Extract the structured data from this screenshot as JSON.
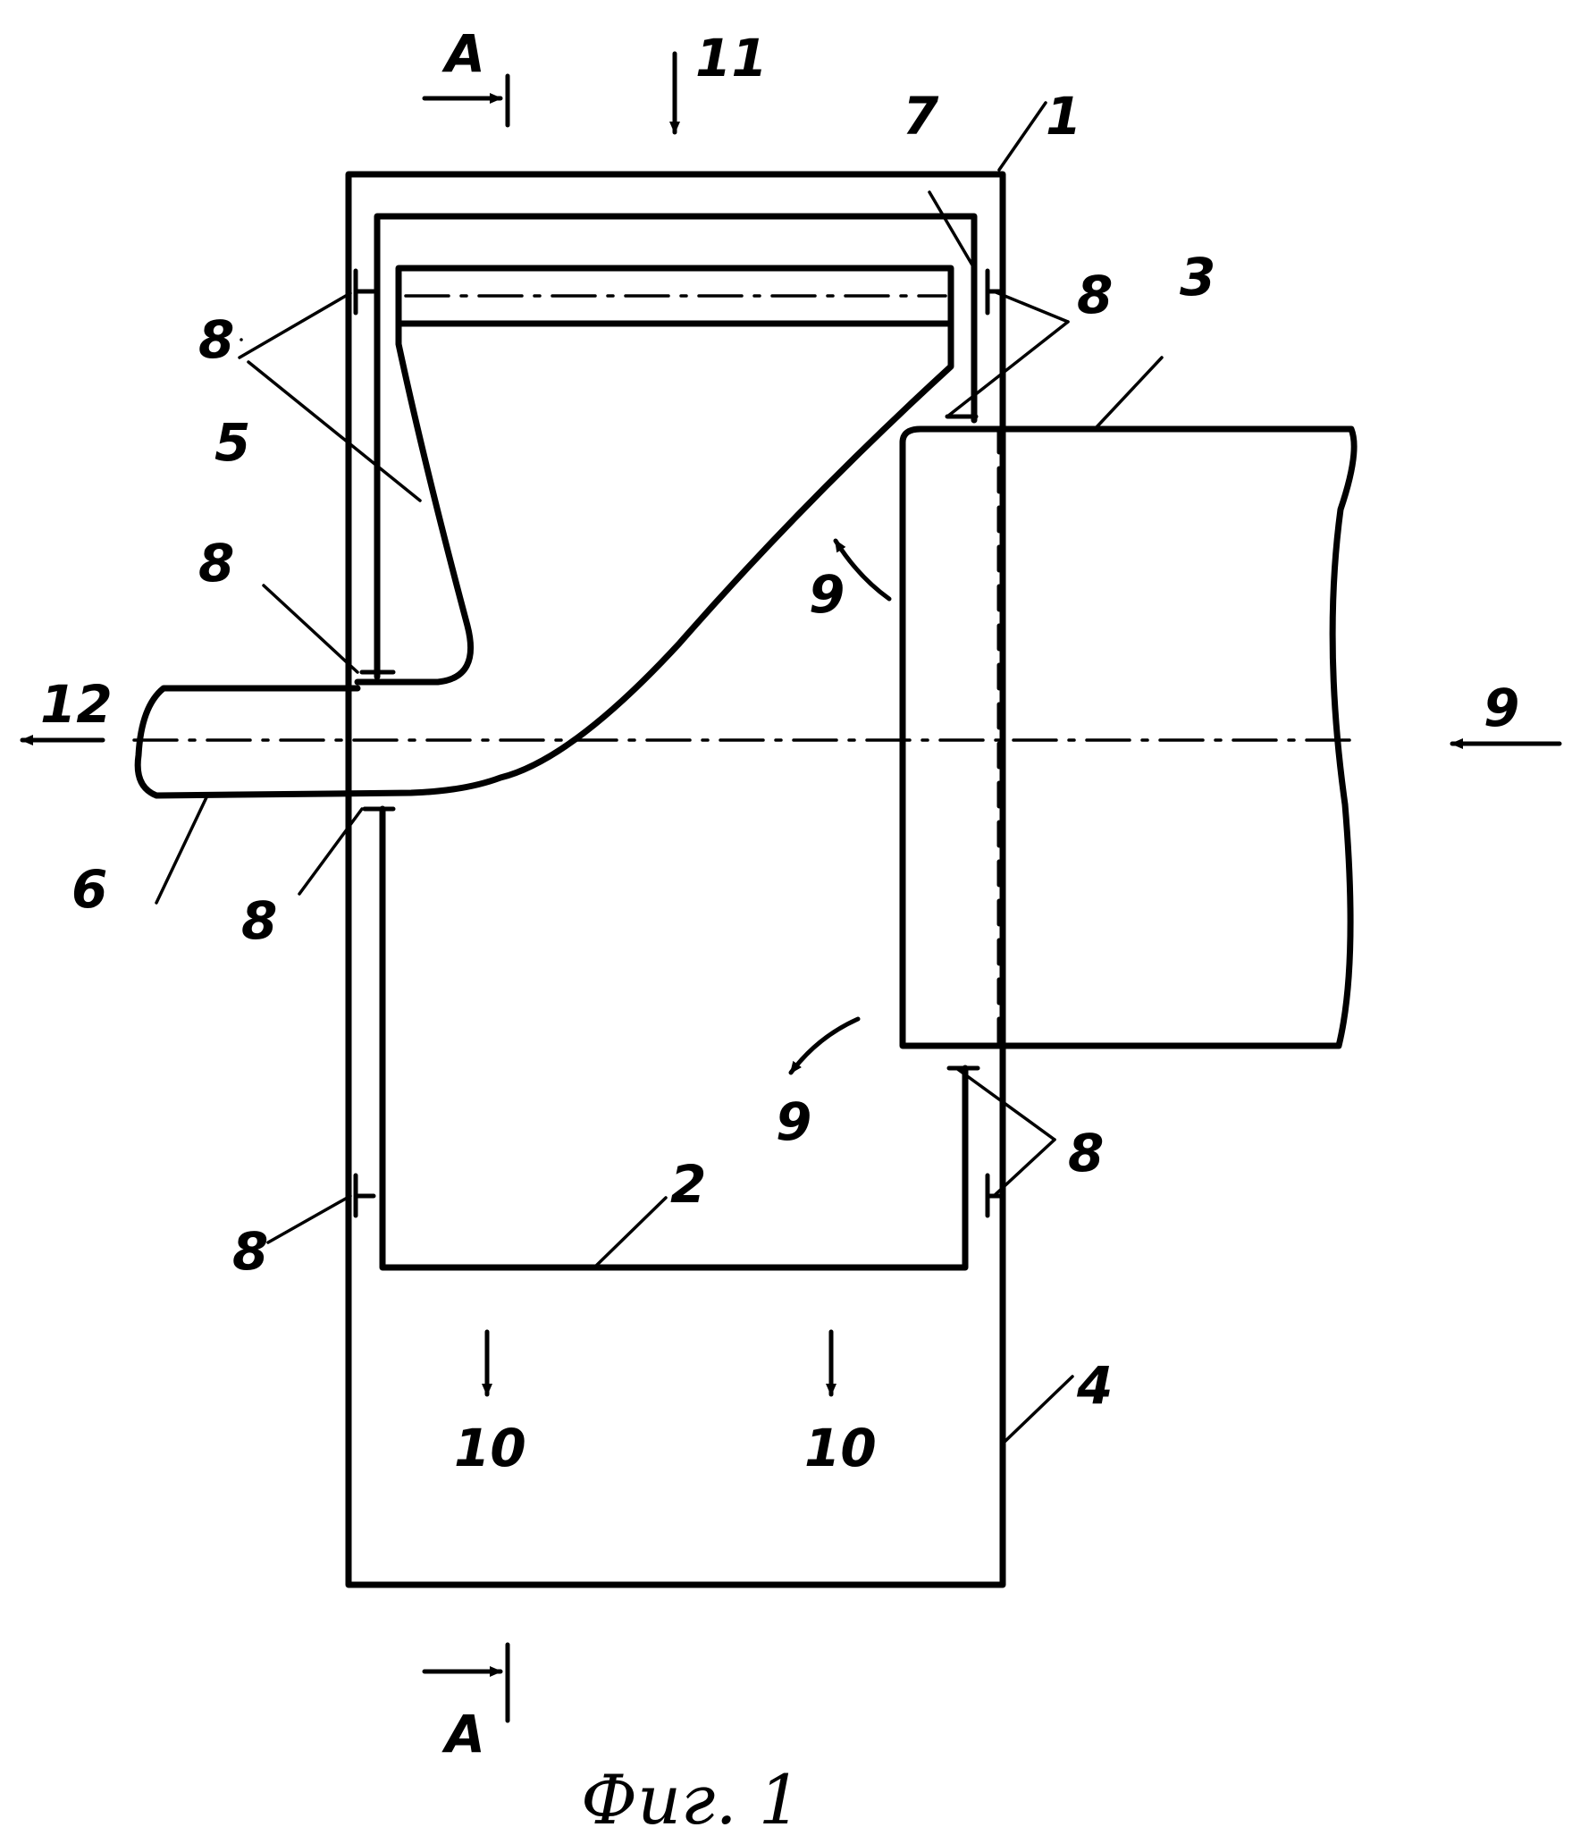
{
  "figure": {
    "caption": "Фиг. 1",
    "section_marker": "А",
    "labels": {
      "l1": "1",
      "l2": "2",
      "l3": "3",
      "l4": "4",
      "l5": "5",
      "l6": "6",
      "l7": "7",
      "l8": "8",
      "l9": "9",
      "l10": "10",
      "l11": "11",
      "l12": "12"
    }
  }
}
